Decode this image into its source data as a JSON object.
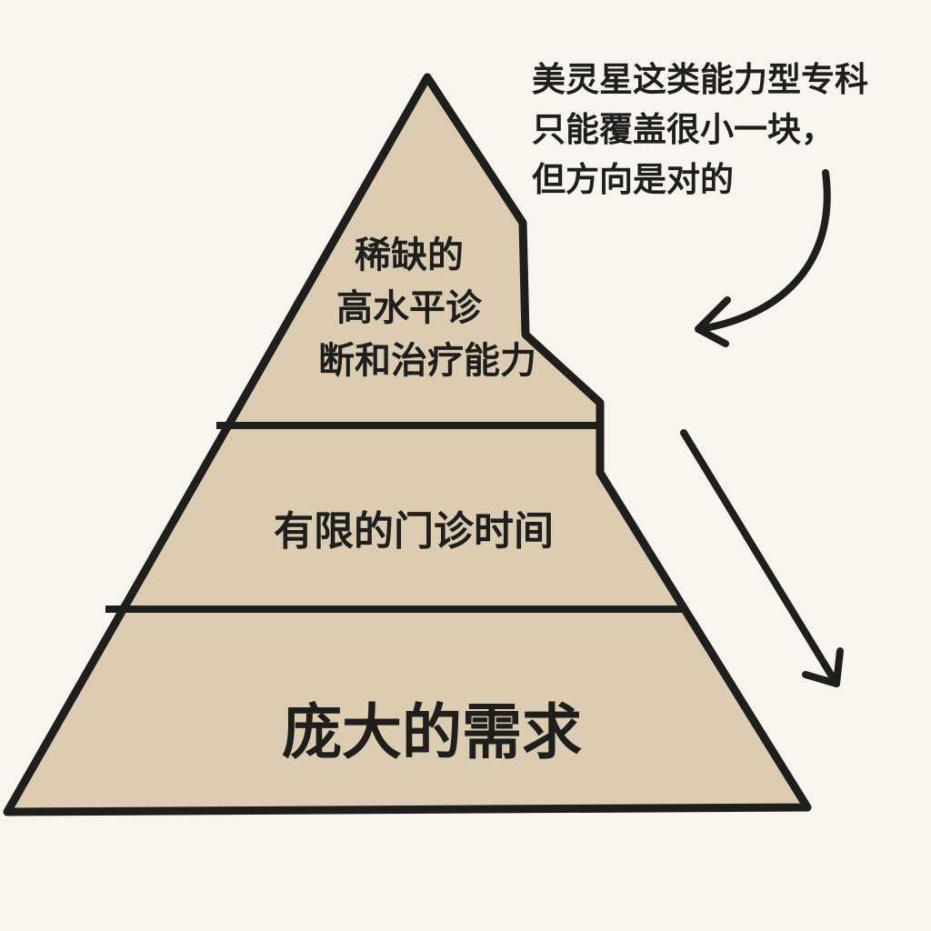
{
  "colors": {
    "background": "#f8f5ef",
    "fill": "#dccdb2",
    "stroke": "#1e1e1c"
  },
  "pyramid": {
    "top": [
      "稀缺的",
      "高水平诊",
      "断和治疗能力"
    ],
    "middle": "有限的门诊时间",
    "bottom": "庞大的需求"
  },
  "annotation": [
    "美灵星这类能力型专科",
    "只能覆盖很小一块，",
    "但方向是对的"
  ],
  "icons": [
    "curved-arrow-icon",
    "down-right-arrow-icon"
  ]
}
